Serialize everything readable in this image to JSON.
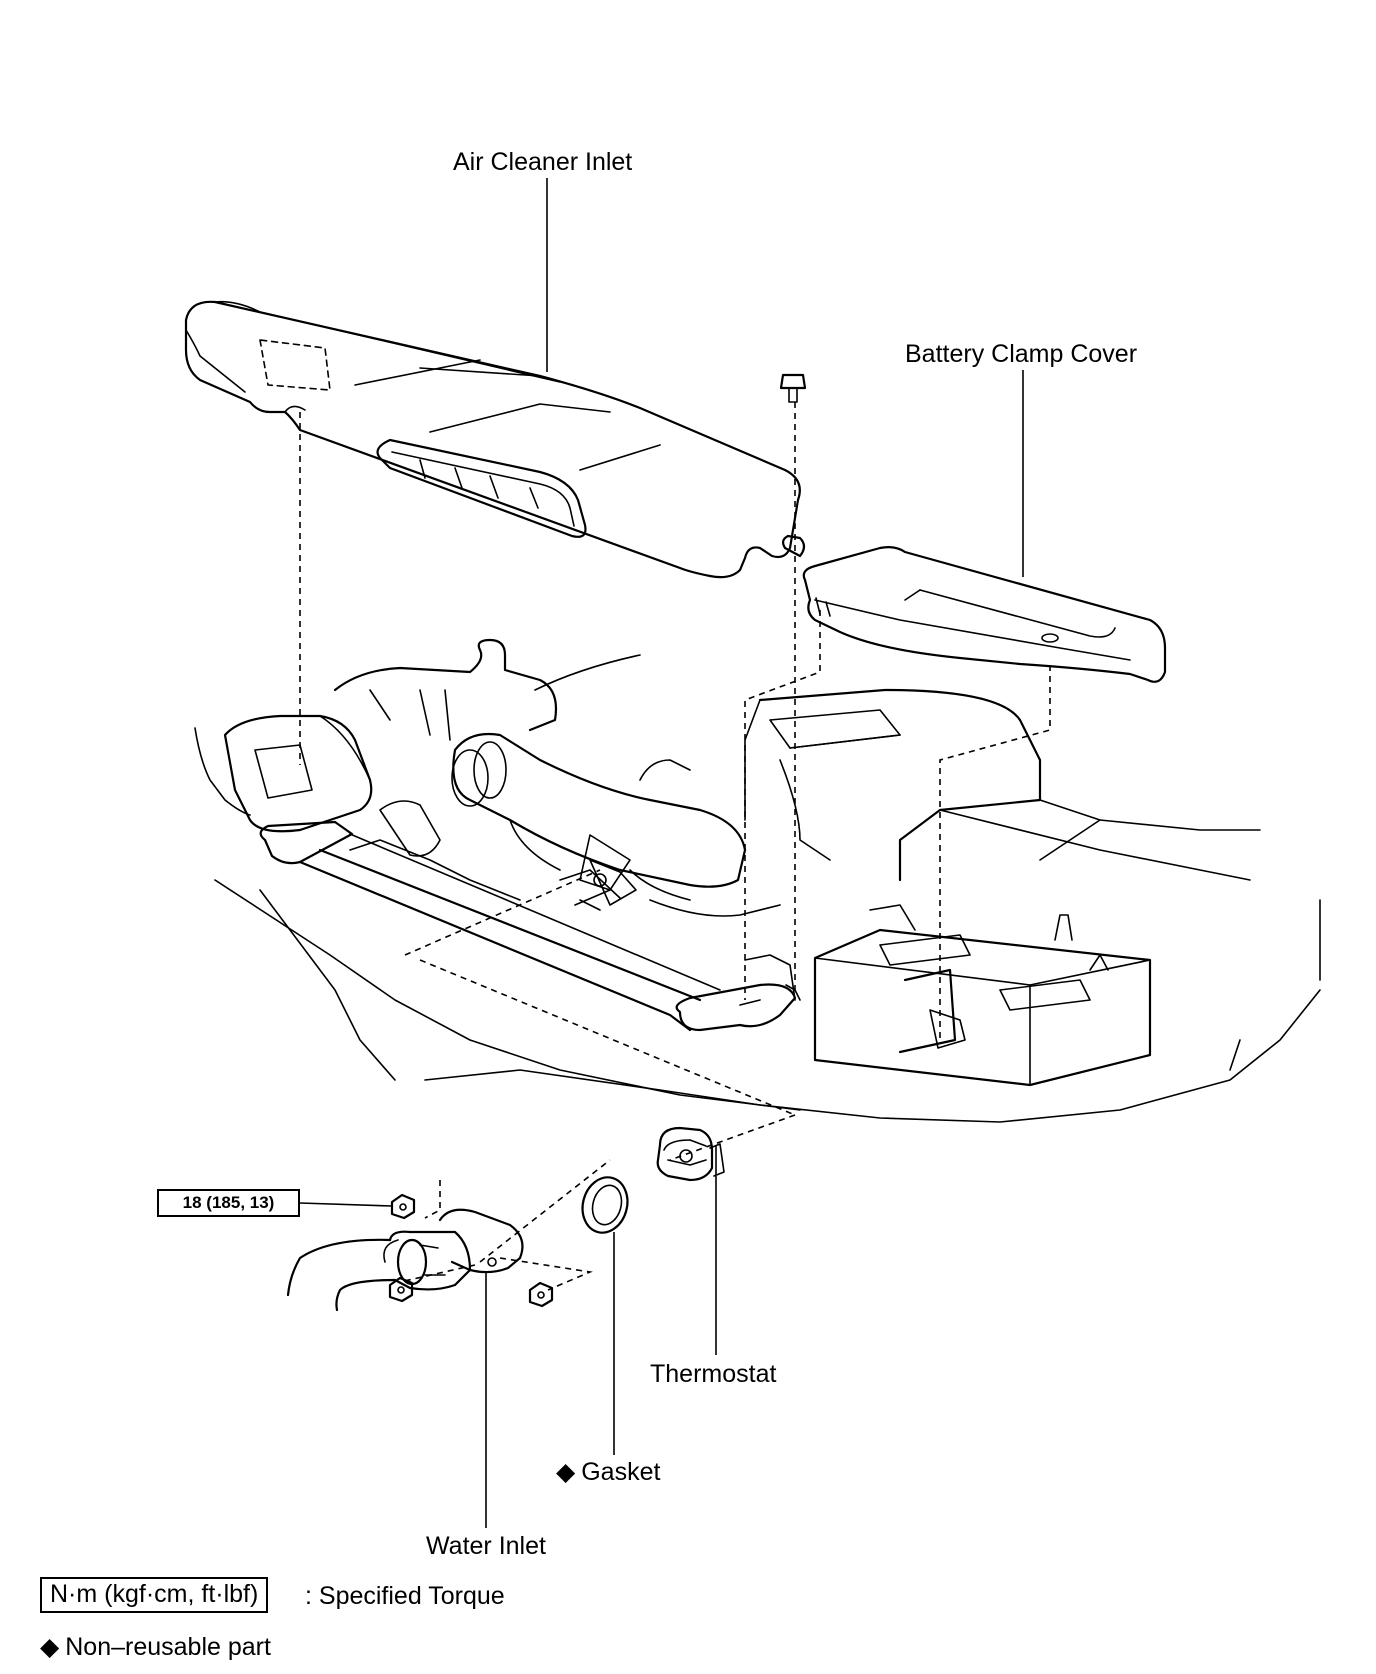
{
  "labels": {
    "air_cleaner_inlet": "Air Cleaner Inlet",
    "battery_clamp_cover": "Battery Clamp Cover",
    "thermostat": "Thermostat",
    "gasket": "Gasket",
    "water_inlet": "Water Inlet"
  },
  "torque": {
    "nut_torque": "18 (185, 13)"
  },
  "legend": {
    "torque_units": "N·m (kgf·cm, ft·lbf)",
    "torque_meaning": ": Specified Torque",
    "non_reusable_symbol": "◆",
    "non_reusable_meaning": "Non–reusable part"
  },
  "colors": {
    "ink": "#000000",
    "paper": "#ffffff"
  }
}
